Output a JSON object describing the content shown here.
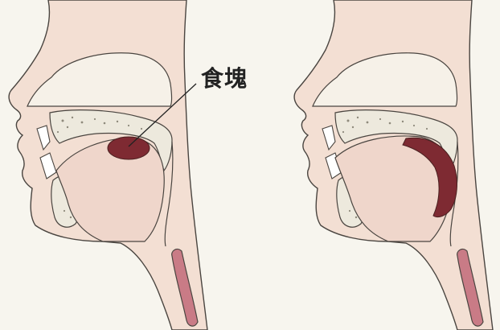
{
  "labels": {
    "bolus": "食塊"
  },
  "colors": {
    "background": "#f7f5ee",
    "skin": "#f3dfd3",
    "cavity": "#f6f1e8",
    "bone": "#ede9dd",
    "bolus": "#7e2a32",
    "esophagus": "#c97b86",
    "outline": "#4a4540"
  },
  "panels": [
    {
      "stage": "bolus-in-mouth"
    },
    {
      "stage": "bolus-pushed-to-pharynx"
    }
  ]
}
